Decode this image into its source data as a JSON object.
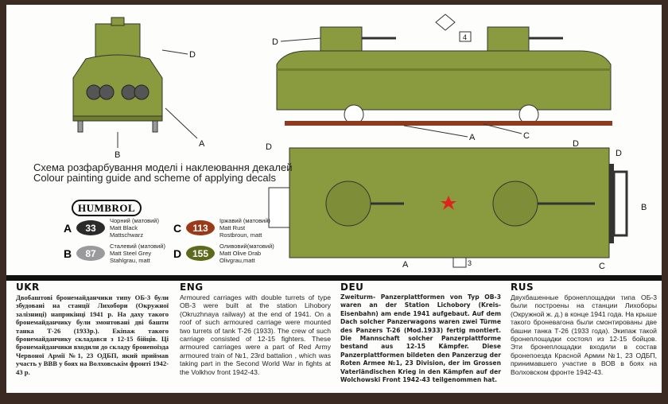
{
  "caption": {
    "ukr": "Схема розфарбування моделі і наклеювання декалей",
    "eng": "Colour painting guide and scheme of applying decals"
  },
  "brand": "HUMBROL",
  "paints": [
    {
      "letter": "A",
      "code": "33",
      "color": "#2b2b2b",
      "names": [
        "Чорний (матовий)",
        "Matt Black",
        "Mattschwarz"
      ]
    },
    {
      "letter": "B",
      "code": "87",
      "color": "#9a9a9c",
      "names": [
        "Сталевий (матовий)",
        "Matt Steel Grey",
        "Stahlgrau, matt"
      ]
    },
    {
      "letter": "C",
      "code": "113",
      "color": "#9a3a18",
      "names": [
        "Іржавий (матовий)",
        "Matt Rust",
        "Rostbroun, matt"
      ]
    },
    {
      "letter": "D",
      "code": "155",
      "color": "#5c6a1c",
      "names": [
        "Оливовий(матовий)",
        "Matt Olive Drab",
        "Olivgrau,matt"
      ]
    }
  ],
  "colors": {
    "hull": "#8a9a3e",
    "hull_dark": "#6e7d2e",
    "rail": "#8c3b1e",
    "star": "#e0241c"
  },
  "callouts": {
    "a": "A",
    "b": "B",
    "c": "C",
    "d": "D"
  },
  "decals": {
    "side": "4",
    "top": "3"
  },
  "text": {
    "ukr": {
      "heading": "UKR",
      "body": "Двобаштові бронемайданчики типу ОБ-3 були збудовані на станції Лихобори (Окружної залізниці) наприкінці 1941 р. На даху такого бронемайданчику були змонтовані дві башти танка Т-26 (1933р.). Екіпаж такого бронемайданчику складався з 12-15 бійців. Ці бронемайданчики входили до складу бронепоїзда Червоної Армії №1, 23 ОДБП, який приймав участь у ВВВ у боях на Волховськім фронті 1942-43 р."
    },
    "eng": {
      "heading": "ENG",
      "body": "Armoured carriages with double turrets of type OB-3 were built at the station Lihobory (Okruzhnaya railway) at the end of 1941. On a roof of such armoured carriage were mounted two turrets of tank T-26 (1933). The crew of such carriage consisted of 12-15 fighters. These armoured carriages were a part of Red Army armoured train of №1, 23rd battalion , which was taking part in the Second World War in fights at the Volkhov front 1942-43."
    },
    "deu": {
      "heading": "DEU",
      "body": "Zweiturm- Panzerplattformen von Typ OB-3 waren an der Station Lichobory (Kreis- Eisenbahn) am ende 1941 aufgebaut. Auf dem Dach solcher Panzerwagons waren zwei Türme des Panzers T-26 (Mod.1933) fertig montiert. Die Mannschaft solcher Panzerplattforme bestand aus 12-15 Kämpfer. Diese Panzerplattformen bildeten den Panzerzug der Roten Armee №1, 23 Division, der im Grossen Vaterländischen Krieg in den Kämpfen auf der Wolchowski Front 1942-43 teilgenommen hat."
    },
    "rus": {
      "heading": "RUS",
      "body": "Двухбашенные бронеплощадки типа ОБ-3 были построены на станции Лихоборы (Окружной ж. д.) в конце 1941 года. На крыше такого броневагона были смонтированы две башни танка Т-26 (1933 года). Экипаж такой бронеплощадки состоял из 12-15 бойцов. Эти бронеплощадки входили в состав бронепоезда Красной Армии №1, 23 ОДБП, принимавшего участие в ВОВ в боях на Волховском фронте 1942-43."
    }
  }
}
